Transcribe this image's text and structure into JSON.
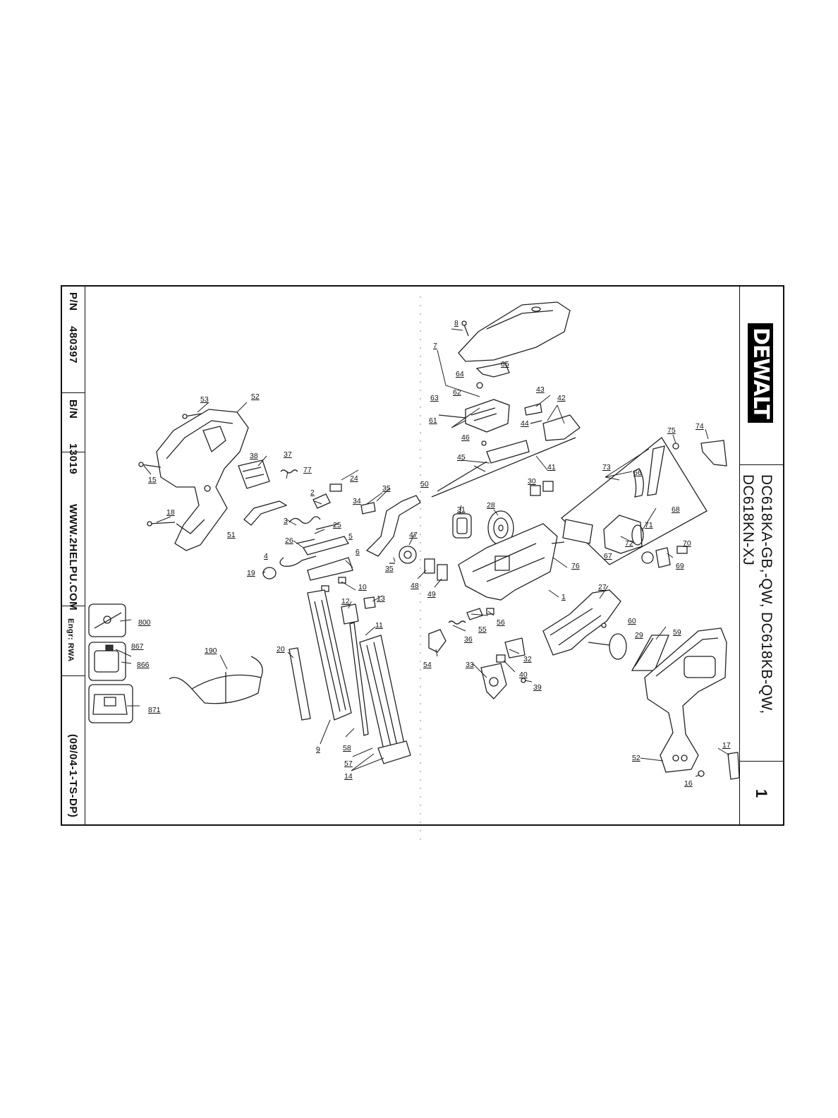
{
  "brand": "DEWALT",
  "models_line1": "DC618KA-GB,-QW,  DC618KB-QW,",
  "models_line2": "DC618KN-XJ",
  "page_number": "1",
  "title_block": {
    "pn_label": "P/N",
    "pn_value": "480397",
    "bn_label": "B/N",
    "bn_value": "13019",
    "website": "WWW.2HELPU.COM",
    "engr": "Engr:  RWA",
    "revision": "(09/04-1-TS-DP)"
  },
  "parts": {
    "p1": "1",
    "p2": "2",
    "p3": "3",
    "p4": "4",
    "p5": "5",
    "p6": "6",
    "p7": "7",
    "p8": "8",
    "p9": "9",
    "p10": "10",
    "p11": "11",
    "p12": "12",
    "p13": "13",
    "p14": "14",
    "p15": "15",
    "p16": "16",
    "p17": "17",
    "p18": "18",
    "p19": "19",
    "p20": "20",
    "p24": "24",
    "p25": "25",
    "p26": "26",
    "p27": "27",
    "p28": "28",
    "p29": "29",
    "p30": "30",
    "p31": "31",
    "p32": "32",
    "p33": "33",
    "p34": "34",
    "p35a": "35",
    "p35b": "35",
    "p36": "36",
    "p37": "37",
    "p38": "38",
    "p39": "39",
    "p40": "40",
    "p41": "41",
    "p42": "42",
    "p43": "43",
    "p44": "44",
    "p45": "45",
    "p46": "46",
    "p47": "47",
    "p48": "48",
    "p49": "49",
    "p50": "50",
    "p51": "51",
    "p52a": "52",
    "p52b": "52",
    "p53": "53",
    "p54": "54",
    "p55": "55",
    "p56": "56",
    "p57": "57",
    "p58": "58",
    "p59": "59",
    "p60": "60",
    "p61": "61",
    "p62": "62",
    "p63": "63",
    "p64": "64",
    "p65": "65",
    "p66": "66",
    "p67": "67",
    "p68": "68",
    "p69": "69",
    "p70": "70",
    "p71": "71",
    "p72": "72",
    "p73": "73",
    "p74": "74",
    "p75": "75",
    "p76": "76",
    "p77": "77",
    "p190": "190",
    "p800": "800",
    "p866": "866",
    "p867": "867",
    "p871": "871"
  }
}
